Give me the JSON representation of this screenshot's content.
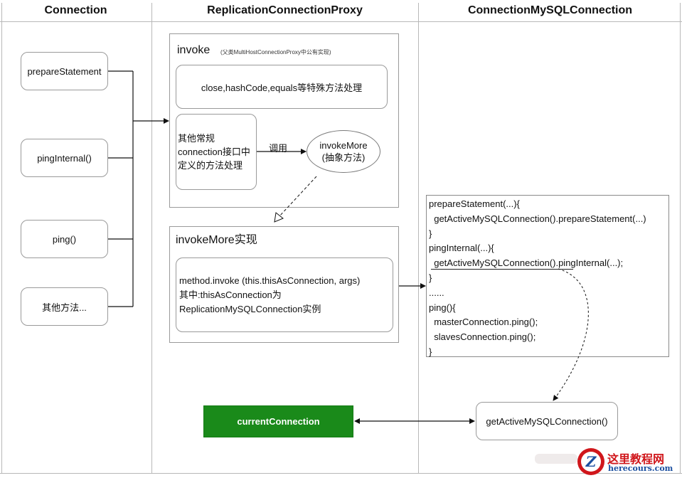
{
  "lanes": {
    "connection": "Connection",
    "proxy": "ReplicationConnectionProxy",
    "mysql": "ConnectionMySQLConnection"
  },
  "connection_methods": [
    "prepareStatement",
    "pingInternal()",
    "ping()",
    "其他方法..."
  ],
  "invoke": {
    "title": "invoke",
    "note": "(父类MultiHostConnectionProxy中公有实现)",
    "special_methods": "close,hashCode,equals等特殊方法处理",
    "regular_methods_lines": [
      "其他常规",
      "connection接口中",
      "定义的方法处理"
    ],
    "call_label": "调用",
    "invoke_more_lines": [
      "invokeMore",
      "(抽象方法)"
    ]
  },
  "invoke_more_impl": {
    "title": "invokeMore实现",
    "lines": [
      "method.invoke (this.thisAsConnection, args)",
      "其中:thisAsConnection为",
      "ReplicationMySQLConnection实例"
    ]
  },
  "code_block": {
    "lines": [
      "prepareStatement(...){",
      "  getActiveMySQLConnection().prepareStatement(...)",
      "}",
      "pingInternal(...){",
      "  getActiveMySQLConnection().pingInternal(...);",
      "}",
      "......",
      "ping(){",
      "  masterConnection.ping();",
      "  slavesConnection.ping();",
      "}"
    ]
  },
  "current_connection": "currentConnection",
  "get_active_connection": "getActiveMySQLConnection()",
  "watermark": {
    "site_cn": "这里教程网",
    "site_url": "herecours.com",
    "logo_letter": "Z"
  },
  "colors": {
    "green": "#1a8a1a",
    "border": "#9a9a9a",
    "lane_line": "#b8b8b8",
    "watermark_red": "#d0161b"
  }
}
